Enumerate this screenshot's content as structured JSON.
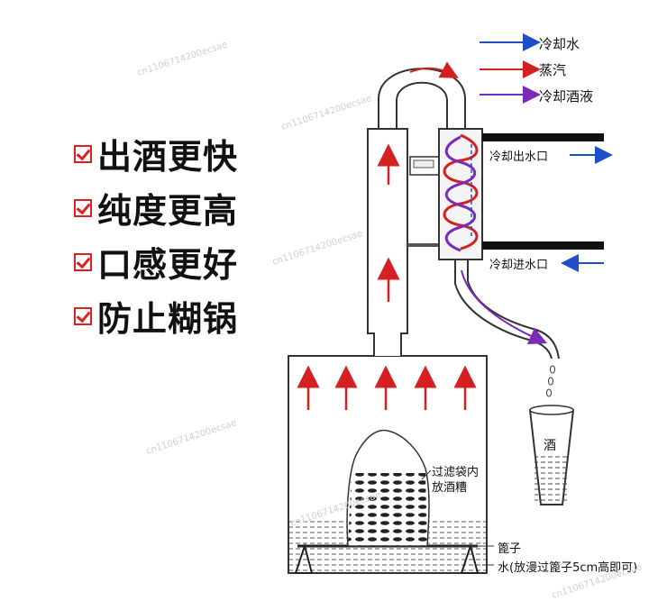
{
  "features": [
    "出酒更快",
    "纯度更高",
    "口感更好",
    "防止糊锅"
  ],
  "legend": {
    "cooling_water": "冷却水",
    "steam": "蒸汽",
    "cooling_liquor": "冷却酒液"
  },
  "labels": {
    "cooling_outlet": "冷却出水口",
    "cooling_inlet": "冷却进水口",
    "cup": "酒",
    "filter_bag_line1": "过滤袋内",
    "filter_bag_line2": "放酒糟",
    "grate": "篦子",
    "water": "水(放漫过篦子5cm高即可)"
  },
  "watermark": "cn1106714200ecsae",
  "colors": {
    "blue": "#1f4fc8",
    "red": "#d42020",
    "purple": "#7a2bb8",
    "check": "#e02020"
  }
}
